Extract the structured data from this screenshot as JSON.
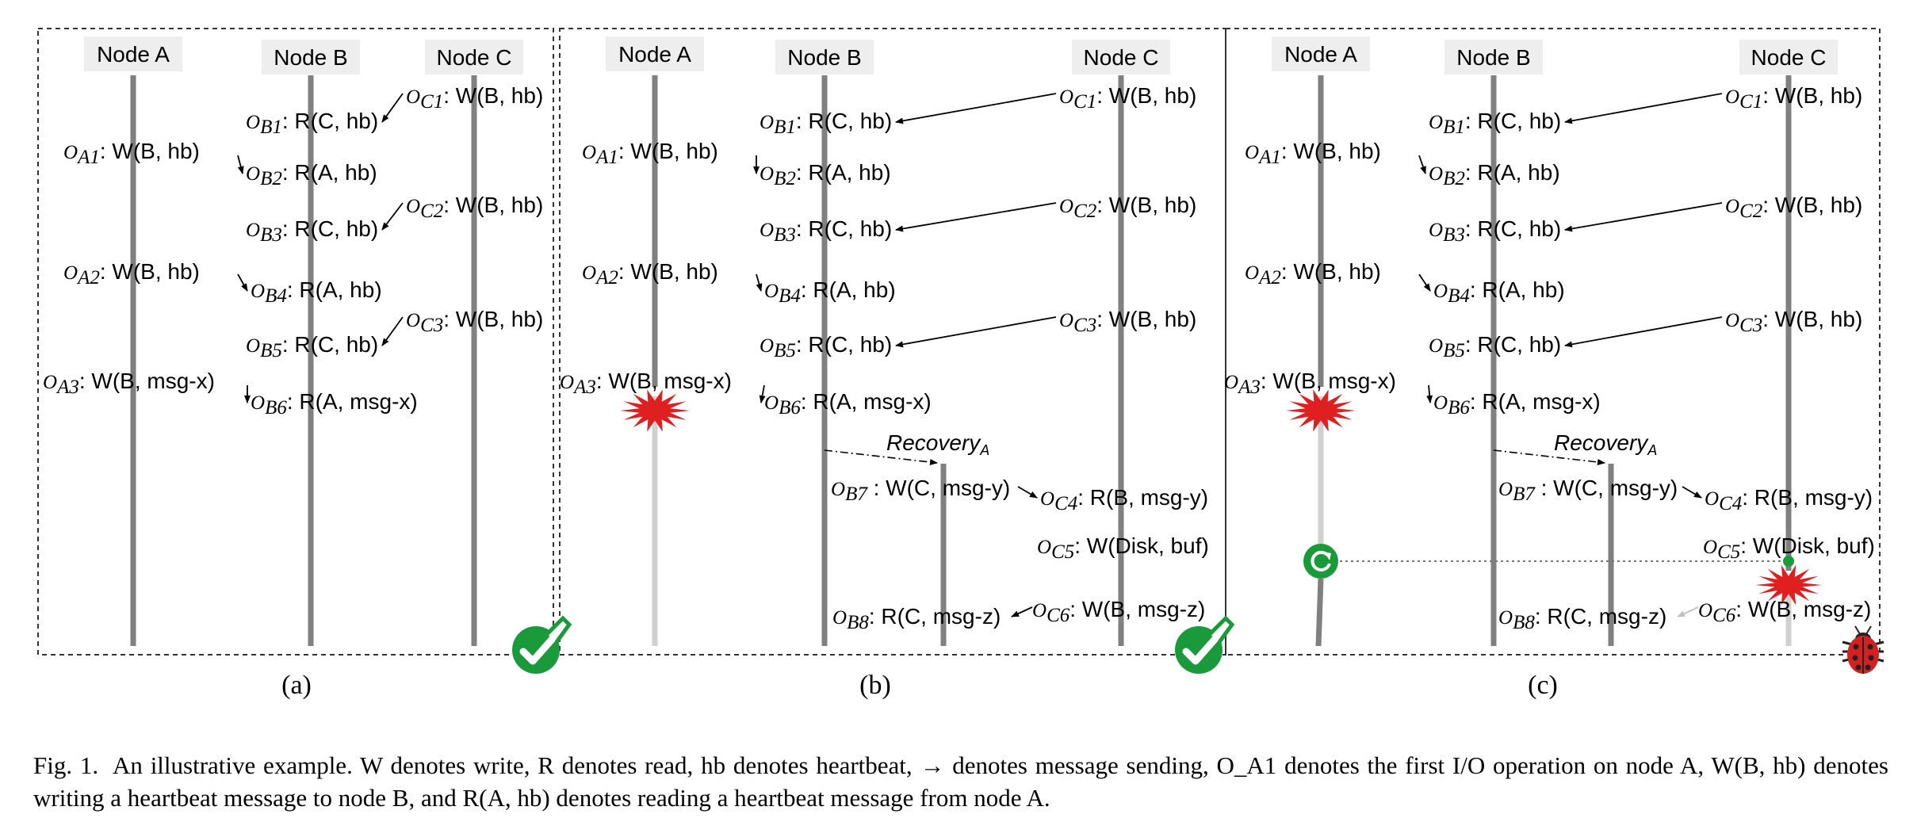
{
  "panels": [
    {
      "id": "a",
      "caption": "(a)",
      "nodes": [
        "Node A",
        "Node B",
        "Node C"
      ],
      "ops": [
        {
          "name": "O",
          "sub": "C1",
          "text": ": W(B, hb)"
        },
        {
          "name": "O",
          "sub": "B1",
          "text": ": R(C, hb)"
        },
        {
          "name": "O",
          "sub": "A1",
          "text": ": W(B, hb)"
        },
        {
          "name": "O",
          "sub": "B2",
          "text": ": R(A, hb)"
        },
        {
          "name": "O",
          "sub": "C2",
          "text": ": W(B, hb)"
        },
        {
          "name": "O",
          "sub": "B3",
          "text": ": R(C, hb)"
        },
        {
          "name": "O",
          "sub": "A2",
          "text": ": W(B, hb)"
        },
        {
          "name": "O",
          "sub": "B4",
          "text": ": R(A, hb)"
        },
        {
          "name": "O",
          "sub": "C3",
          "text": ": W(B, hb)"
        },
        {
          "name": "O",
          "sub": "B5",
          "text": ": R(C, hb)"
        },
        {
          "name": "O",
          "sub": "A3",
          "text": ": W(B, msg-x)"
        },
        {
          "name": "O",
          "sub": "B6",
          "text": ": R(A, msg-x)"
        }
      ],
      "status": "check-icon"
    },
    {
      "id": "b",
      "caption": "(b)",
      "nodes": [
        "Node A",
        "Node B",
        "Node C"
      ],
      "ops": [
        {
          "name": "O",
          "sub": "C1",
          "text": ": W(B, hb)"
        },
        {
          "name": "O",
          "sub": "B1",
          "text": ": R(C, hb)"
        },
        {
          "name": "O",
          "sub": "A1",
          "text": ": W(B, hb)"
        },
        {
          "name": "O",
          "sub": "B2",
          "text": ": R(A, hb)"
        },
        {
          "name": "O",
          "sub": "C2",
          "text": ": W(B, hb)"
        },
        {
          "name": "O",
          "sub": "B3",
          "text": ": R(C, hb)"
        },
        {
          "name": "O",
          "sub": "A2",
          "text": ": W(B, hb)"
        },
        {
          "name": "O",
          "sub": "B4",
          "text": ": R(A, hb)"
        },
        {
          "name": "O",
          "sub": "C3",
          "text": ": W(B, hb)"
        },
        {
          "name": "O",
          "sub": "B5",
          "text": ": R(C, hb)"
        },
        {
          "name": "O",
          "sub": "A3",
          "text": ": W(B, msg-x)"
        },
        {
          "name": "O",
          "sub": "B6",
          "text": ": R(A, msg-x)"
        },
        {
          "name": "O",
          "sub": "B7",
          "text": " : W(C, msg-y)"
        },
        {
          "name": "O",
          "sub": "C4",
          "text": ": R(B, msg-y)"
        },
        {
          "name": "O",
          "sub": "C5",
          "text": ": W(Disk, buf)"
        },
        {
          "name": "O",
          "sub": "B8",
          "text": ": R(C, msg-z)"
        },
        {
          "name": "O",
          "sub": "C6",
          "text": ": W(B, msg-z)"
        }
      ],
      "recovery": {
        "text": "Recovery",
        "sub": "A"
      },
      "status": "check-icon"
    },
    {
      "id": "c",
      "caption": "(c)",
      "nodes": [
        "Node A",
        "Node B",
        "Node C"
      ],
      "ops": [
        {
          "name": "O",
          "sub": "C1",
          "text": ": W(B, hb)"
        },
        {
          "name": "O",
          "sub": "B1",
          "text": ": R(C, hb)"
        },
        {
          "name": "O",
          "sub": "A1",
          "text": ": W(B, hb)"
        },
        {
          "name": "O",
          "sub": "B2",
          "text": ": R(A, hb)"
        },
        {
          "name": "O",
          "sub": "C2",
          "text": ": W(B, hb)"
        },
        {
          "name": "O",
          "sub": "B3",
          "text": ": R(C, hb)"
        },
        {
          "name": "O",
          "sub": "A2",
          "text": ": W(B, hb)"
        },
        {
          "name": "O",
          "sub": "B4",
          "text": ": R(A, hb)"
        },
        {
          "name": "O",
          "sub": "C3",
          "text": ": W(B, hb)"
        },
        {
          "name": "O",
          "sub": "B5",
          "text": ": R(C, hb)"
        },
        {
          "name": "O",
          "sub": "A3",
          "text": ": W(B, msg-x)"
        },
        {
          "name": "O",
          "sub": "B6",
          "text": ": R(A, msg-x)"
        },
        {
          "name": "O",
          "sub": "B7",
          "text": " : W(C, msg-y)"
        },
        {
          "name": "O",
          "sub": "C4",
          "text": ": R(B, msg-y)"
        },
        {
          "name": "O",
          "sub": "C5",
          "text": ": W(Disk, buf)"
        },
        {
          "name": "O",
          "sub": "B8",
          "text": ": R(C, msg-z)"
        },
        {
          "name": "O",
          "sub": "C6",
          "text": ": W(B, msg-z)"
        }
      ],
      "recovery": {
        "text": "Recovery",
        "sub": "A"
      },
      "status": "bug-icon"
    }
  ],
  "colors": {
    "crash": "#e02020",
    "check": "#1a9a3a",
    "bug": "#d42020",
    "timeline": "#808080",
    "faded": "#d0d0d0",
    "node_bg": "#eeeeee"
  },
  "caption": {
    "label": "Fig. 1.",
    "text": "An illustrative example. W denotes write, R denotes read, hb denotes heartbeat, → denotes message sending, O_A1 denotes the first I/O operation on node A, W(B, hb) denotes writing a heartbeat message to node B, and R(A, hb) denotes reading a heartbeat message from node A."
  }
}
